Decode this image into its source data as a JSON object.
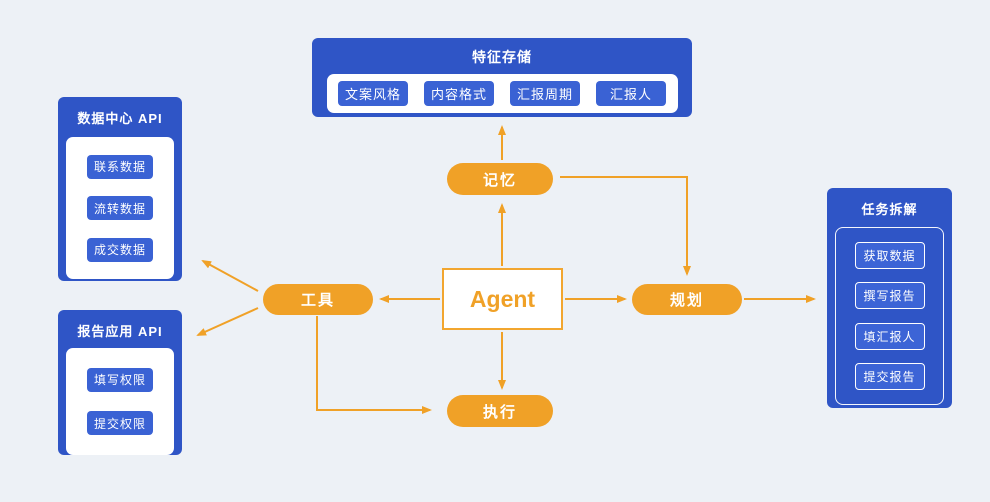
{
  "palette": {
    "background": "#edf1f6",
    "box_blue": "#2f55c6",
    "chip_blue": "#3a62d4",
    "accent_orange": "#f0a127",
    "text_white": "#ffffff"
  },
  "diagram": {
    "agent": {
      "label": "Agent"
    },
    "nodes": {
      "memory": {
        "label": "记忆"
      },
      "tools": {
        "label": "工具"
      },
      "planning": {
        "label": "规划"
      },
      "execution": {
        "label": "执行"
      }
    },
    "feature_store": {
      "title": "特征存储",
      "items": [
        "文案风格",
        "内容格式",
        "汇报周期",
        "汇报人"
      ]
    },
    "data_center_api": {
      "title": "数据中心 API",
      "items": [
        "联系数据",
        "流转数据",
        "成交数据"
      ]
    },
    "report_app_api": {
      "title": "报告应用 API",
      "items": [
        "填写权限",
        "提交权限"
      ]
    },
    "task_breakdown": {
      "title": "任务拆解",
      "items": [
        "获取数据",
        "撰写报告",
        "填汇报人",
        "提交报告"
      ]
    }
  }
}
